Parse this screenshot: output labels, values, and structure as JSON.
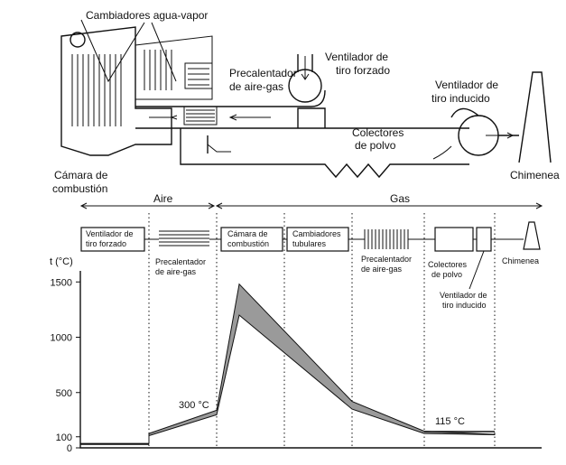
{
  "plant": {
    "exchangers": "Cambiadores agua-vapor",
    "air_preheater": [
      "Precalentador",
      "de aire-gas"
    ],
    "forced_fan": [
      "Ventilador de",
      "tiro forzado"
    ],
    "induced_fan": [
      "Ventilador de",
      "tiro inducido"
    ],
    "collectors": [
      "Colectores",
      "de polvo"
    ],
    "chimney": "Chimenea",
    "combustion_chamber": [
      "Cámara de",
      "combustión"
    ]
  },
  "flow": {
    "air_label": "Aire",
    "gas_label": "Gas",
    "stages": [
      [
        "Ventilador de",
        "tiro forzado"
      ],
      [
        "Precalentador",
        "de aire-gas"
      ],
      [
        "Cámara de",
        "combustión"
      ],
      [
        "Cambiadores",
        "tubulares"
      ],
      [
        "Precalentador",
        "de aire-gas"
      ],
      [
        "Colectores",
        "de polvo"
      ],
      [
        "Ventilador de",
        "tiro inducido"
      ],
      [
        "Chimenea"
      ]
    ]
  },
  "chart_data": {
    "type": "area",
    "ylabel": "t (°C)",
    "yticks": [
      0,
      100,
      500,
      1000,
      1500
    ],
    "ylim": [
      0,
      1600
    ],
    "annotations": [
      "300 °C",
      "115 °C"
    ],
    "series": [
      {
        "values_low": [
          40,
          40,
          110,
          300,
          1200,
          350,
          130,
          118
        ],
        "values_high": [
          40,
          40,
          130,
          340,
          1480,
          420,
          150,
          122
        ]
      }
    ]
  }
}
